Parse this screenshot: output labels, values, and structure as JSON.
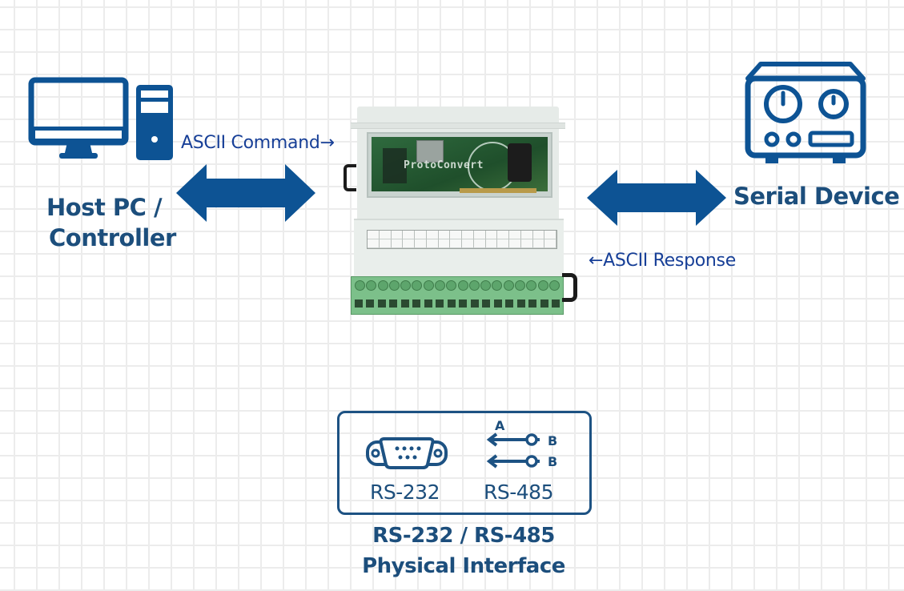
{
  "diagram": {
    "colors": {
      "primary": "#0d5394",
      "label_dark": "#1c4e7c",
      "label_blue": "#173f97",
      "grid": "#ececec",
      "terminal_green": "#7cc08a"
    },
    "host": {
      "icon": "desktop-computer-icon",
      "label_line1": "Host PC /",
      "label_line2": "Controller"
    },
    "serial_device": {
      "icon": "instrument-device-icon",
      "label": "Serial Device"
    },
    "converter": {
      "icon": "din-rail-converter-device",
      "brand_text": "ProtoConvert"
    },
    "links": {
      "command_label": "ASCII Command→",
      "response_label": "←ASCII Response",
      "left_arrow": "double-headed-arrow",
      "right_arrow": "double-headed-arrow"
    },
    "interface_panel": {
      "rs232": {
        "icon": "db9-connector-icon",
        "label": "RS-232"
      },
      "rs485": {
        "icon": "rs485-lines-icon",
        "label": "RS-485",
        "line_labels": [
          "A",
          "B",
          "B"
        ]
      },
      "caption_line1": "RS-232 / RS-485",
      "caption_line2": "Physical Interface"
    }
  }
}
